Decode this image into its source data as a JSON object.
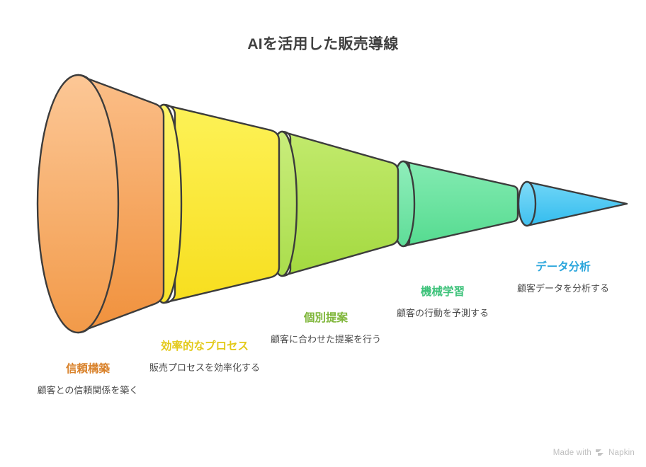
{
  "title": "AIを活用した販売導線",
  "watermark": {
    "prefix": "Made with",
    "brand": "Napkin",
    "logo_icon": "napkin-chevrons-icon"
  },
  "theme": {
    "background": "#ffffff",
    "title_color": "#404040",
    "stroke_color": "#3c3c3c",
    "description_color": "#4a4a4a"
  },
  "chart_data": {
    "type": "funnel",
    "title": "AIを活用した販売導線",
    "orientation": "horizontal-3d-cone",
    "direction": "left-to-right-narrowing",
    "stage_count": 5,
    "stages": [
      {
        "index": 1,
        "heading": "信頼構築",
        "description": "顧客との信頼関係を築く",
        "color": "#F29C4B",
        "color_light": "#FBBE88",
        "color_dark": "#F0913C",
        "heading_color": "#D9822B",
        "relative_width": 1.0
      },
      {
        "index": 2,
        "heading": "効率的なプロセス",
        "description": "販売プロセスを効率化する",
        "color": "#FAE62E",
        "color_light": "#FDF257",
        "color_dark": "#F7DE1E",
        "heading_color": "#E3C919",
        "relative_width": 0.78
      },
      {
        "index": 3,
        "heading": "個別提案",
        "description": "顧客に合わせた提案を行う",
        "color": "#AEDF4E",
        "color_light": "#C2EA6D",
        "color_dark": "#A3D93F",
        "heading_color": "#7FB63A",
        "relative_width": 0.56
      },
      {
        "index": 4,
        "heading": "機械学習",
        "description": "顧客の行動を予測する",
        "color": "#63E09C",
        "color_light": "#84EBB2",
        "color_dark": "#55DB90",
        "heading_color": "#3DC27A",
        "relative_width": 0.34
      },
      {
        "index": 5,
        "heading": "データ分析",
        "description": "顧客データを分析する",
        "color": "#46C4F0",
        "color_light": "#71D6F7",
        "color_dark": "#33BCEE",
        "heading_color": "#2BA6DC",
        "relative_width": 0.14
      }
    ]
  }
}
